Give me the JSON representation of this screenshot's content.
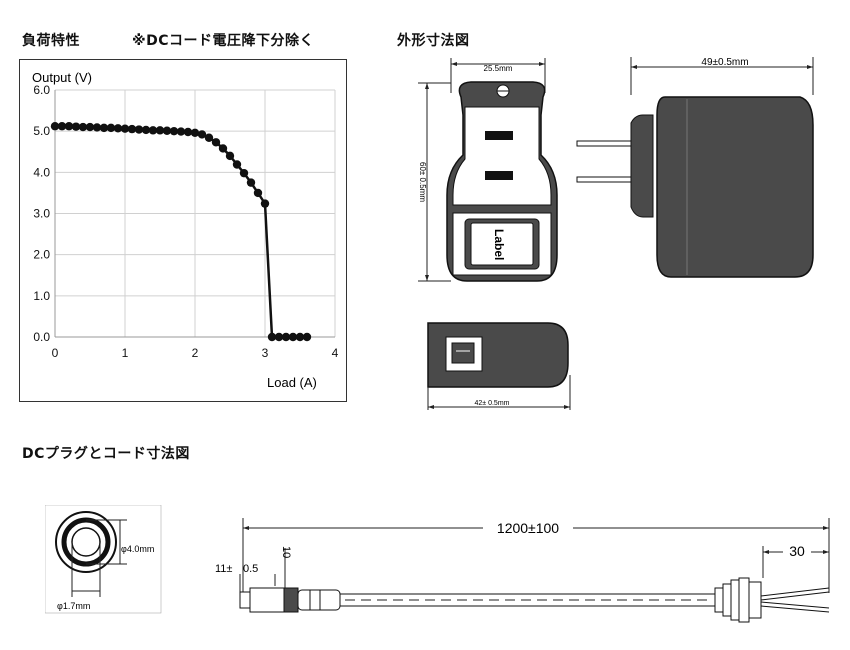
{
  "headings": {
    "load_characteristic": "負荷特性",
    "voltage_drop_note": "※DCコード電圧降下分除く",
    "outline_dimensions": "外形寸法図",
    "plug_cord_dimensions": "DCプラグとコード寸法図"
  },
  "chart_data": {
    "type": "line",
    "title": "",
    "xlabel": "Load (A)",
    "ylabel": "Output (V)",
    "xlim": [
      0,
      4
    ],
    "ylim": [
      0,
      6
    ],
    "xticks": [
      "0",
      "1",
      "2",
      "3",
      "4"
    ],
    "yticks": [
      "0.0",
      "1.0",
      "2.0",
      "3.0",
      "4.0",
      "5.0",
      "6.0"
    ],
    "grid": true,
    "legend": "none",
    "series": [
      {
        "x": [
          0.0,
          0.1,
          0.2,
          0.3,
          0.4,
          0.5,
          0.6,
          0.7,
          0.8,
          0.9,
          1.0,
          1.1,
          1.2,
          1.3,
          1.4,
          1.5,
          1.6,
          1.7,
          1.8,
          1.9,
          2.0,
          2.1,
          2.2,
          2.3,
          2.4,
          2.5,
          2.6,
          2.7,
          2.8,
          2.9,
          3.0,
          3.1,
          3.2,
          3.3,
          3.4,
          3.5,
          3.6
        ],
        "y": [
          5.12,
          5.12,
          5.12,
          5.11,
          5.1,
          5.1,
          5.09,
          5.08,
          5.08,
          5.07,
          5.06,
          5.05,
          5.04,
          5.03,
          5.02,
          5.02,
          5.01,
          5.0,
          4.99,
          4.98,
          4.96,
          4.92,
          4.84,
          4.73,
          4.58,
          4.4,
          4.19,
          3.98,
          3.75,
          3.5,
          3.24,
          0.0,
          0.0,
          0.0,
          0.0,
          0.0,
          0.0
        ]
      }
    ],
    "color": "#111111"
  },
  "front_view": {
    "width_label": "25.5mm",
    "height_label": "60± 0.5mm",
    "label_text": "Label"
  },
  "side_view": {
    "depth_label": "49±0.5mm"
  },
  "bottom_view": {
    "width_label": "42± 0.5mm"
  },
  "plug_end": {
    "outer_diameter": "φ4.0mm",
    "inner_diameter": "φ1.7mm"
  },
  "cord": {
    "length_label": "1200±100",
    "strip_label": "30",
    "plug_length_label": "11±",
    "tip_label": "0.5",
    "plug_dia_label": "10"
  }
}
